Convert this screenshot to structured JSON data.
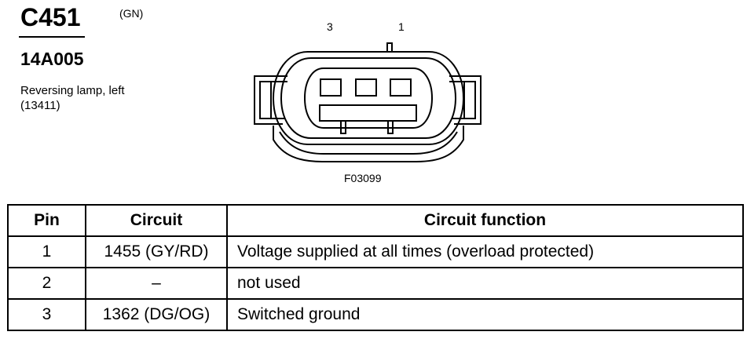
{
  "connector": {
    "id": "C451",
    "color_code": "(GN)",
    "part_number": "14A005",
    "description_line1": "Reversing lamp, left",
    "description_line2": "(13411)"
  },
  "diagram": {
    "pin_label_left": "3",
    "pin_label_right": "1",
    "figure_id": "F03099"
  },
  "table": {
    "headers": {
      "pin": "Pin",
      "circuit": "Circuit",
      "function": "Circuit function"
    },
    "rows": [
      {
        "pin": "1",
        "circuit": "1455 (GY/RD)",
        "function": "Voltage supplied at all times (overload protected)"
      },
      {
        "pin": "2",
        "circuit": "–",
        "function": "not used"
      },
      {
        "pin": "3",
        "circuit": "1362 (DG/OG)",
        "function": "Switched ground"
      }
    ]
  }
}
